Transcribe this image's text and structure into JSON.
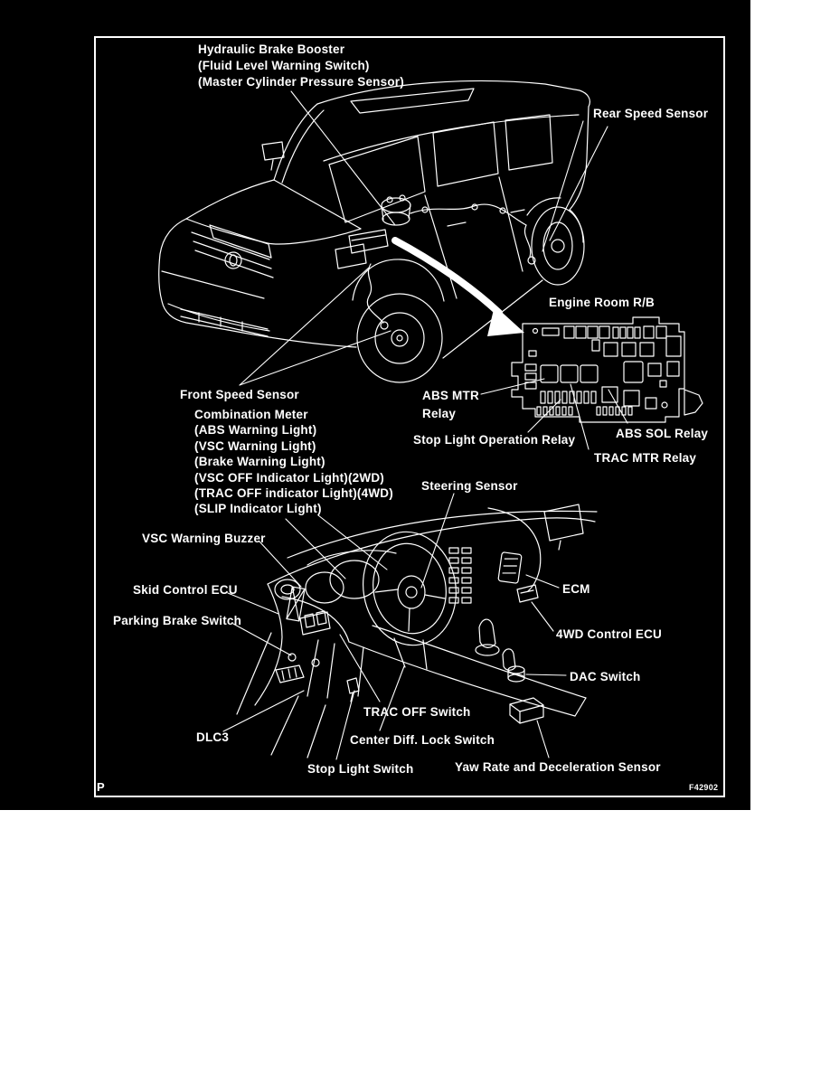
{
  "figure": {
    "page_marker": "P",
    "figure_code": "F42902",
    "colors": {
      "background": "#000000",
      "ink": "#ffffff",
      "page": "#ffffff"
    }
  },
  "labels": {
    "hydraulic_brake_booster": {
      "lines": [
        "Hydraulic Brake Booster",
        "(Fluid Level Warning Switch)",
        "(Master Cylinder Pressure Sensor)"
      ]
    },
    "rear_speed_sensor": "Rear Speed Sensor",
    "engine_room_rb": "Engine Room R/B",
    "abs_mtr_relay": {
      "lines": [
        "ABS MTR",
        "Relay"
      ]
    },
    "stop_light_operation_relay": "Stop Light Operation Relay",
    "abs_sol_relay": "ABS SOL Relay",
    "trac_mtr_relay": "TRAC MTR Relay",
    "front_speed_sensor": "Front Speed Sensor",
    "combination_meter": {
      "lines": [
        "Combination Meter",
        "(ABS Warning Light)",
        "(VSC Warning Light)",
        "(Brake Warning Light)",
        "(VSC OFF Indicator Light)(2WD)",
        "(TRAC OFF indicator Light)(4WD)",
        "(SLIP Indicator Light)"
      ]
    },
    "vsc_warning_buzzer": "VSC Warning Buzzer",
    "steering_sensor": "Steering Sensor",
    "skid_control_ecu": "Skid Control ECU",
    "parking_brake_switch": "Parking Brake Switch",
    "ecm": "ECM",
    "fourwd_control_ecu": "4WD Control ECU",
    "dac_switch": "DAC Switch",
    "trac_off_switch": "TRAC OFF Switch",
    "dlc3": "DLC3",
    "center_diff_lock_switch": "Center Diff. Lock Switch",
    "stop_light_switch": "Stop Light Switch",
    "yaw_rate_deceleration_sensor": "Yaw Rate and Deceleration Sensor"
  }
}
